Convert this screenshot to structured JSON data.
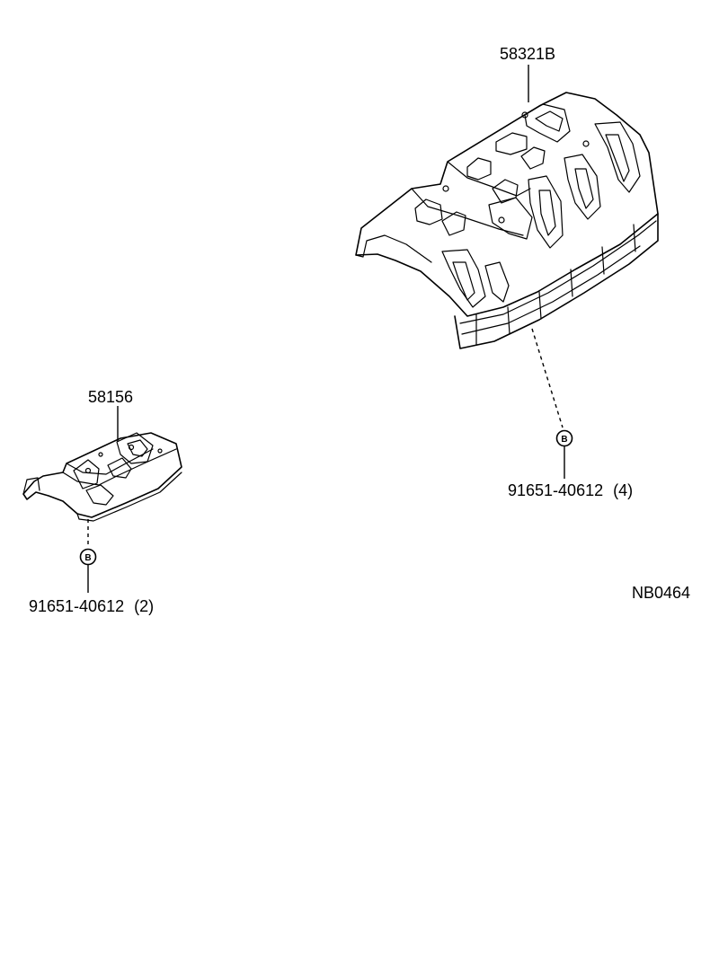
{
  "parts": {
    "large_shield": {
      "part_number": "58321B"
    },
    "small_shield": {
      "part_number": "58156"
    }
  },
  "fasteners": {
    "right": {
      "symbol": "B",
      "part_number": "91651-40612",
      "quantity": "(4)"
    },
    "left": {
      "symbol": "B",
      "part_number": "91651-40612",
      "quantity": "(2)"
    }
  },
  "diagram_code": "NB0464",
  "colors": {
    "ink": "#000000",
    "paper": "#ffffff"
  }
}
